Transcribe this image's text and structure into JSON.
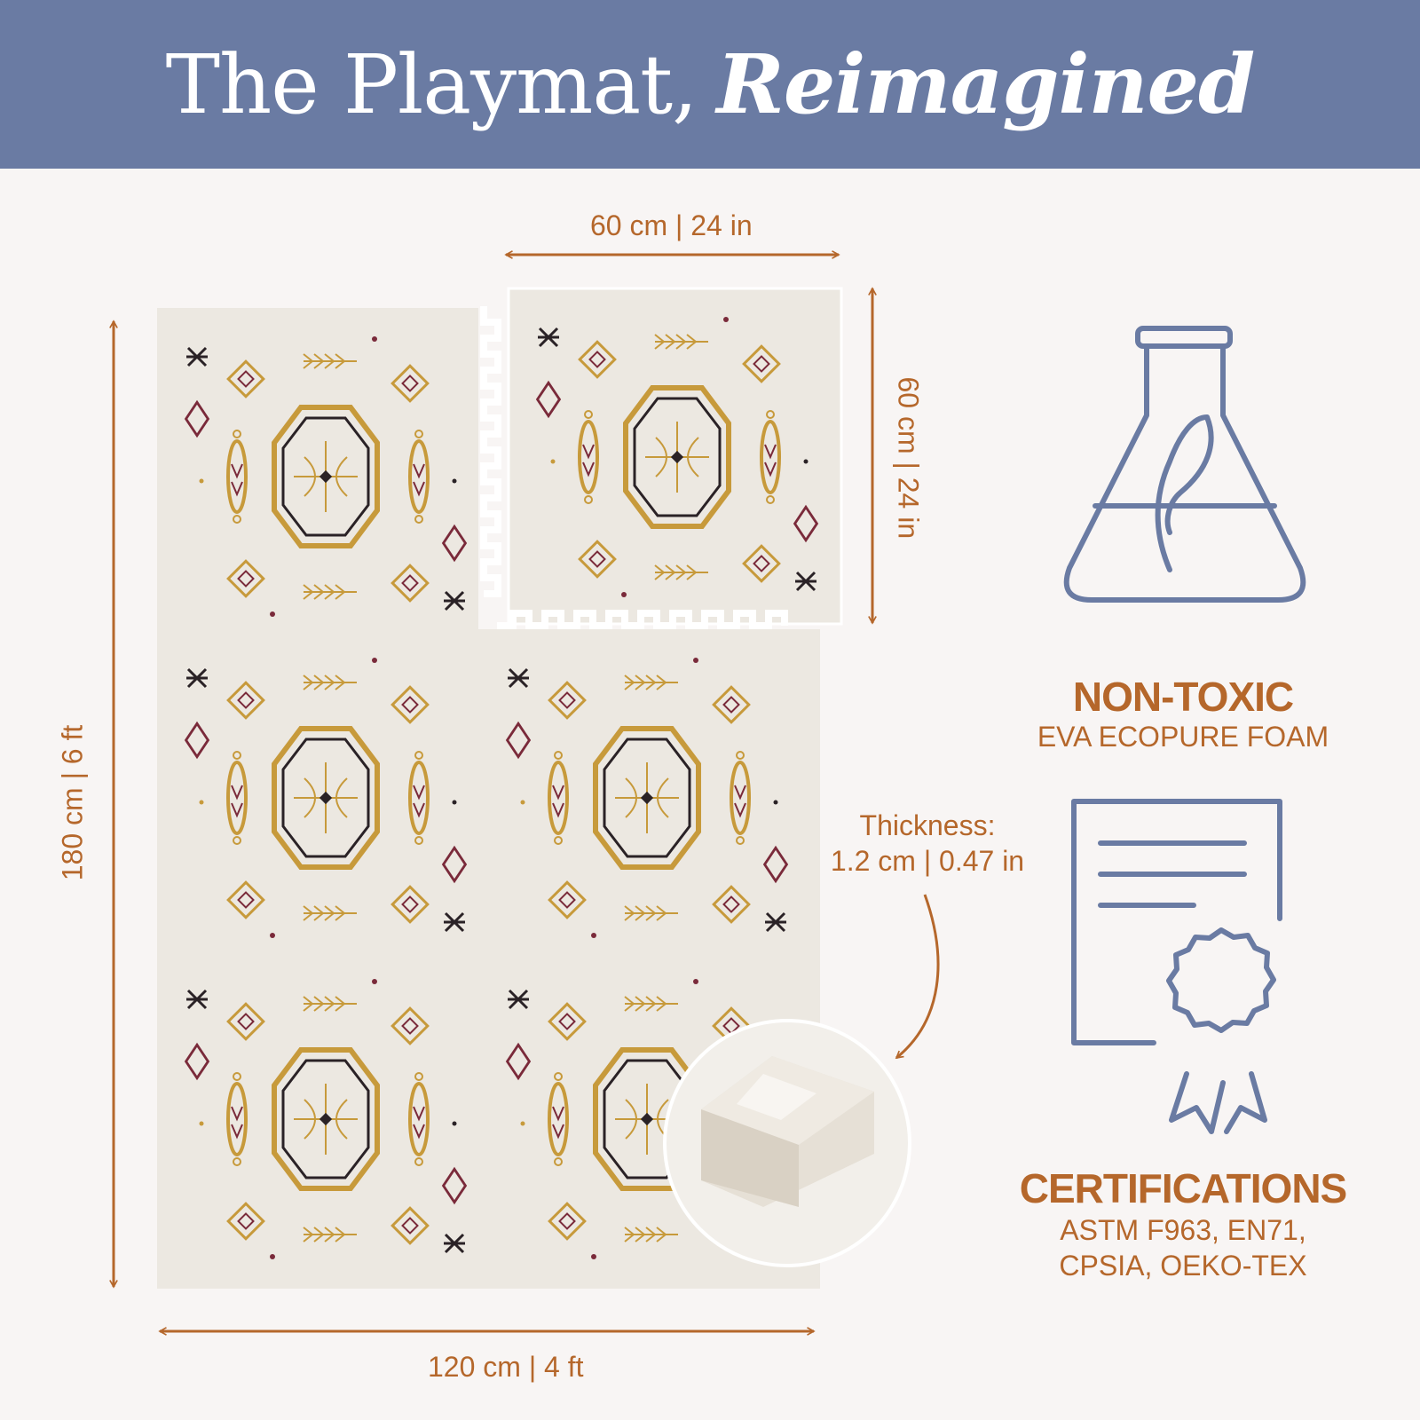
{
  "header": {
    "title_regular": "The Playmat,",
    "title_emphasis": "Reimagined"
  },
  "dimensions": {
    "tile_width": "60 cm | 24 in",
    "tile_height": "60 cm | 24 in",
    "mat_height": "180 cm | 6 ft",
    "mat_width": "120 cm | 4 ft",
    "thickness_label": "Thickness:",
    "thickness_value": "1.2 cm | 0.47 in"
  },
  "features": [
    {
      "icon": "flask-leaf-icon",
      "title": "NON-TOXIC",
      "subtitle": "EVA ECOPURE FOAM"
    },
    {
      "icon": "certificate-ribbon-icon",
      "title": "CERTIFICATIONS",
      "subtitle_line1": "ASTM F963, EN71,",
      "subtitle_line2": "CPSIA, OEKO-TEX"
    }
  ],
  "colors": {
    "banner": "#6a7ba3",
    "accent": "#b5672b",
    "icon_blue": "#6a7ba3",
    "mat_gold": "#c79a3b",
    "mat_maroon": "#7a2a3a"
  }
}
